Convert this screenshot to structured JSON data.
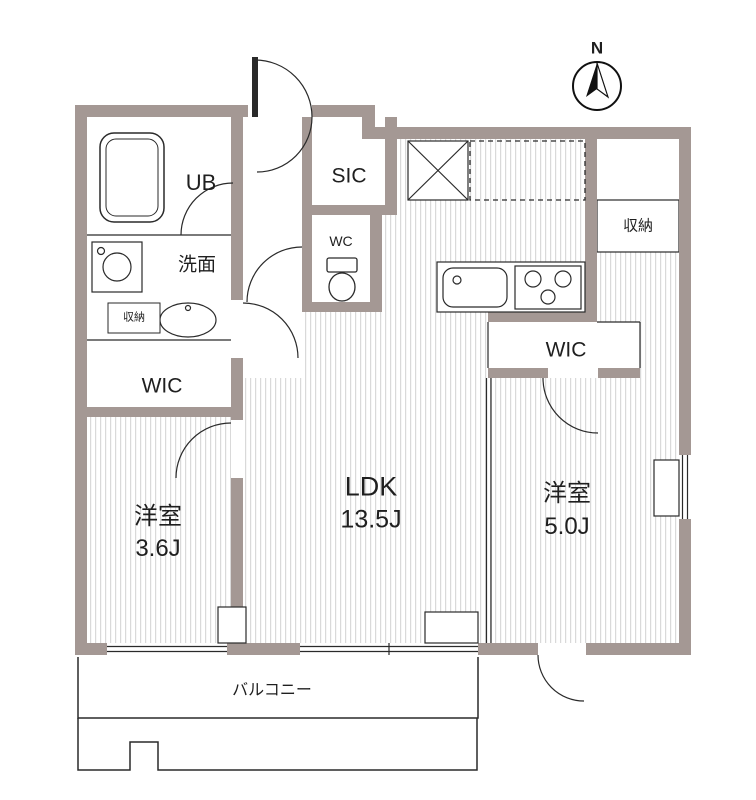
{
  "compass": {
    "north_label": "N"
  },
  "labels": {
    "ub": "UB",
    "senmen": "洗面",
    "shuno_left": "収納",
    "wic_left": "WIC",
    "room_left_name": "洋室",
    "room_left_size": "3.6J",
    "sic": "SIC",
    "wc": "WC",
    "ldk_name": "LDK",
    "ldk_size": "13.5J",
    "shuno_right": "収納",
    "wic_right": "WIC",
    "room_right_name": "洋室",
    "room_right_size": "5.0J",
    "balcony": "バルコニー"
  },
  "colors": {
    "wall": "#a49894",
    "hatch_line": "#d9d9d9",
    "outline": "#2a2a2a"
  }
}
